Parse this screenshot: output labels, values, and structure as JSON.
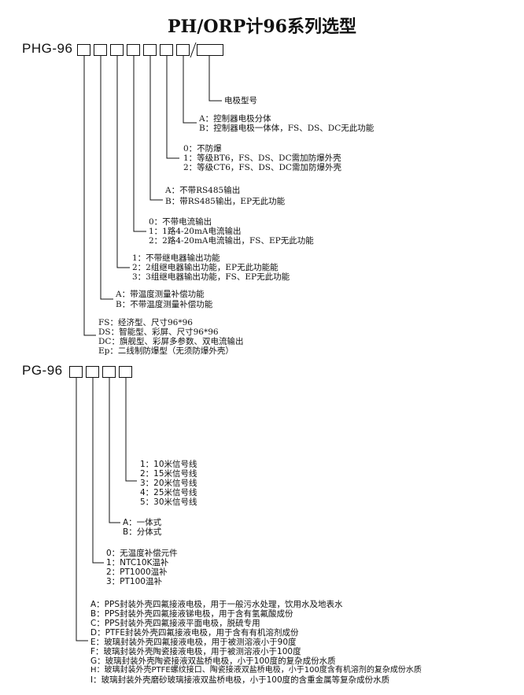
{
  "title": "PH/ORP计96系列选型",
  "phg": {
    "prefix": "PHG-96",
    "electrode_label": "电极型号",
    "groups": [
      {
        "lines": [
          "A：控制器电极分体",
          "B：控制器电极一体体，FS、DS、DC无此功能"
        ]
      },
      {
        "lines": [
          "0：不防爆",
          "1：等级BT6，FS、DS、DC需加防爆外壳",
          "2：等级CT6，FS、DS、DC需加防爆外壳"
        ]
      },
      {
        "lines": [
          "A：不带RS485输出",
          "B：带RS485输出，EP无此功能"
        ]
      },
      {
        "lines": [
          "0：不带电流输出",
          "1：1路4-20mA电流输出",
          "2：2路4-20mA电流输出，FS、EP无此功能"
        ]
      },
      {
        "lines": [
          "1：不带继电器输出功能",
          "2：2组继电器输出功能，EP无此功能能",
          "3：3组继电器输出功能，FS、EP无此功能"
        ]
      },
      {
        "lines": [
          "A：带温度测量补偿功能",
          "B：不带温度测量补偿功能"
        ]
      },
      {
        "lines": [
          "FS：经济型、尺寸96*96",
          "DS：智能型、彩屏、尺寸96*96",
          "DC：旗舰型、彩屏多参数、双电流输出",
          "Ep：二线制防爆型（无须防爆外壳）"
        ]
      }
    ]
  },
  "pg": {
    "prefix": "PG-96",
    "groups": [
      {
        "lines": [
          "1：10米信号线",
          "2：15米信号线",
          "3：20米信号线",
          "4：25米信号线",
          "5：30米信号线"
        ]
      },
      {
        "lines": [
          "A：一体式",
          "B：分体式"
        ]
      },
      {
        "lines": [
          "0：无温度补偿元件",
          "1：NTC10K温补",
          "2：PT1000温补",
          "3：PT100温补"
        ]
      },
      {
        "lines": [
          "A：PPS封装外壳四氟接液电极，用于一般污水处理，饮用水及地表水",
          "B：PPS封装外壳四氟接液锑电极，用于含有氢氟酸成份",
          "C：PPS封装外壳四氟接液平面电极，脱硫专用",
          "D：PTFE封装外壳四氟接液电极，用于含有有机溶剂成份",
          "E：玻璃封装外壳四氟接液电极，用于被测溶液小于90度",
          "F：玻璃封装外壳陶瓷接液电极，用于被测溶液小于100度",
          "G：玻璃封装外壳陶瓷接液双盐桥电极，小于100度的复杂成份水质",
          "H：玻璃封装外壳PTFE螺纹接口、陶瓷接液双盐桥电极，小于100度含有机溶剂的复杂成份水质",
          "I：玻璃封装外壳磨砂玻璃接液双盐桥电极，小于100度的含重金属等复杂成份水质"
        ]
      }
    ]
  }
}
